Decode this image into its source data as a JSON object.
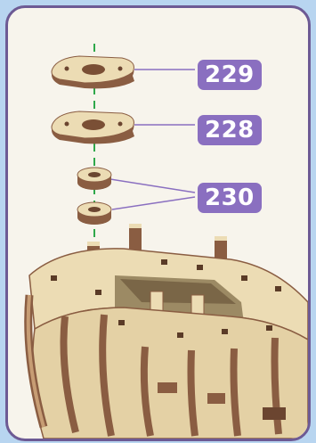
{
  "parts": [
    {
      "number": "229"
    },
    {
      "number": "228"
    },
    {
      "number": "230"
    }
  ],
  "colors": {
    "background": "#b8d5f0",
    "frame_border": "#6d5a94",
    "callout": "#8a6fc0",
    "wood_light": "#ecdcb4",
    "wood_dark": "#8a5d42",
    "axis_line": "#2fa84a"
  }
}
